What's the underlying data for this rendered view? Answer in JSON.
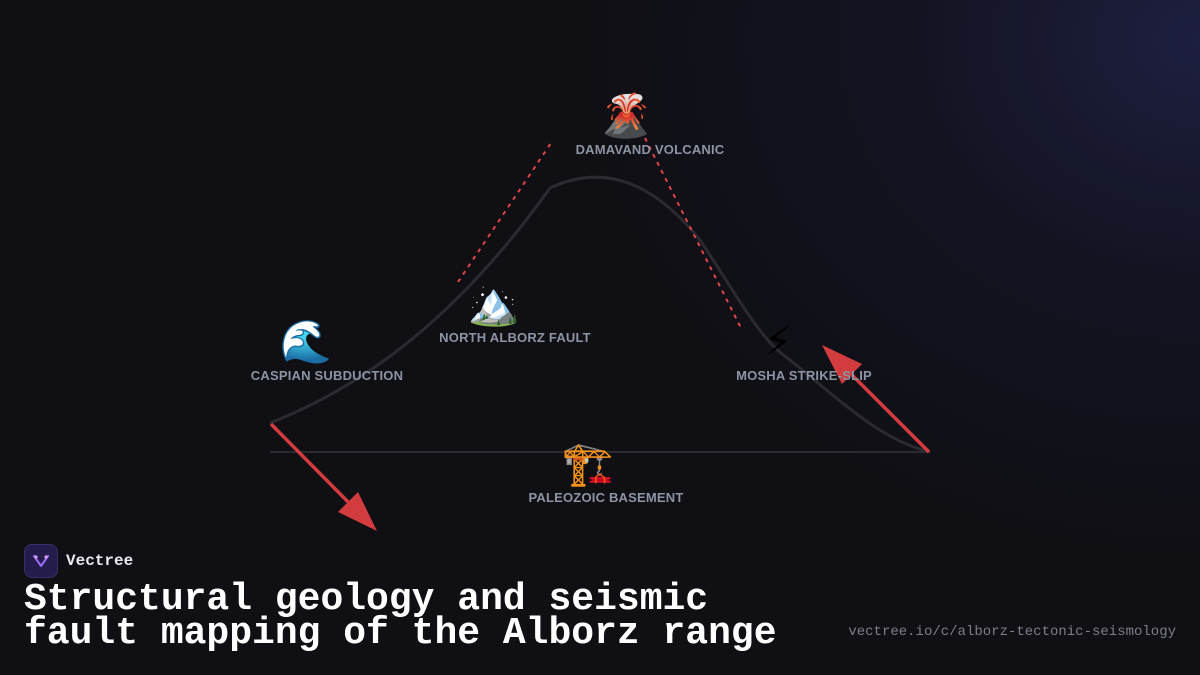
{
  "nodes": [
    {
      "id": "damavand",
      "emoji": "🌋",
      "icon": "volcano",
      "label": "DAMAVAND VOLCANIC"
    },
    {
      "id": "north-alborz",
      "emoji": "🏔️",
      "icon": "snow-capped-mountain",
      "label": "NORTH ALBORZ FAULT"
    },
    {
      "id": "caspian",
      "emoji": "🌊",
      "icon": "water-wave",
      "label": "CASPIAN SUBDUCTION"
    },
    {
      "id": "mosha",
      "emoji": "⚡",
      "icon": "lightning",
      "label": "MOSHA STRIKE-SLIP"
    },
    {
      "id": "paleozoic",
      "emoji": "🏗️",
      "icon": "construction-crane",
      "label": "PALEOZOIC BASEMENT"
    }
  ],
  "brand": {
    "name": "Vectree",
    "icon": "vectree-logo-icon"
  },
  "title": "Structural geology and seismic fault mapping of the Alborz range",
  "url": "vectree.io/c/alborz-tectonic-seismology",
  "colors": {
    "background": "#0f0f14",
    "arrow": "#d23c3f",
    "dashed_fault": "#e0454a",
    "profile_curve": "#2a2a30",
    "label": "#8d94a3",
    "title": "#ffffff",
    "url": "#7c7f8a",
    "brand_bg": "#241c4a"
  }
}
